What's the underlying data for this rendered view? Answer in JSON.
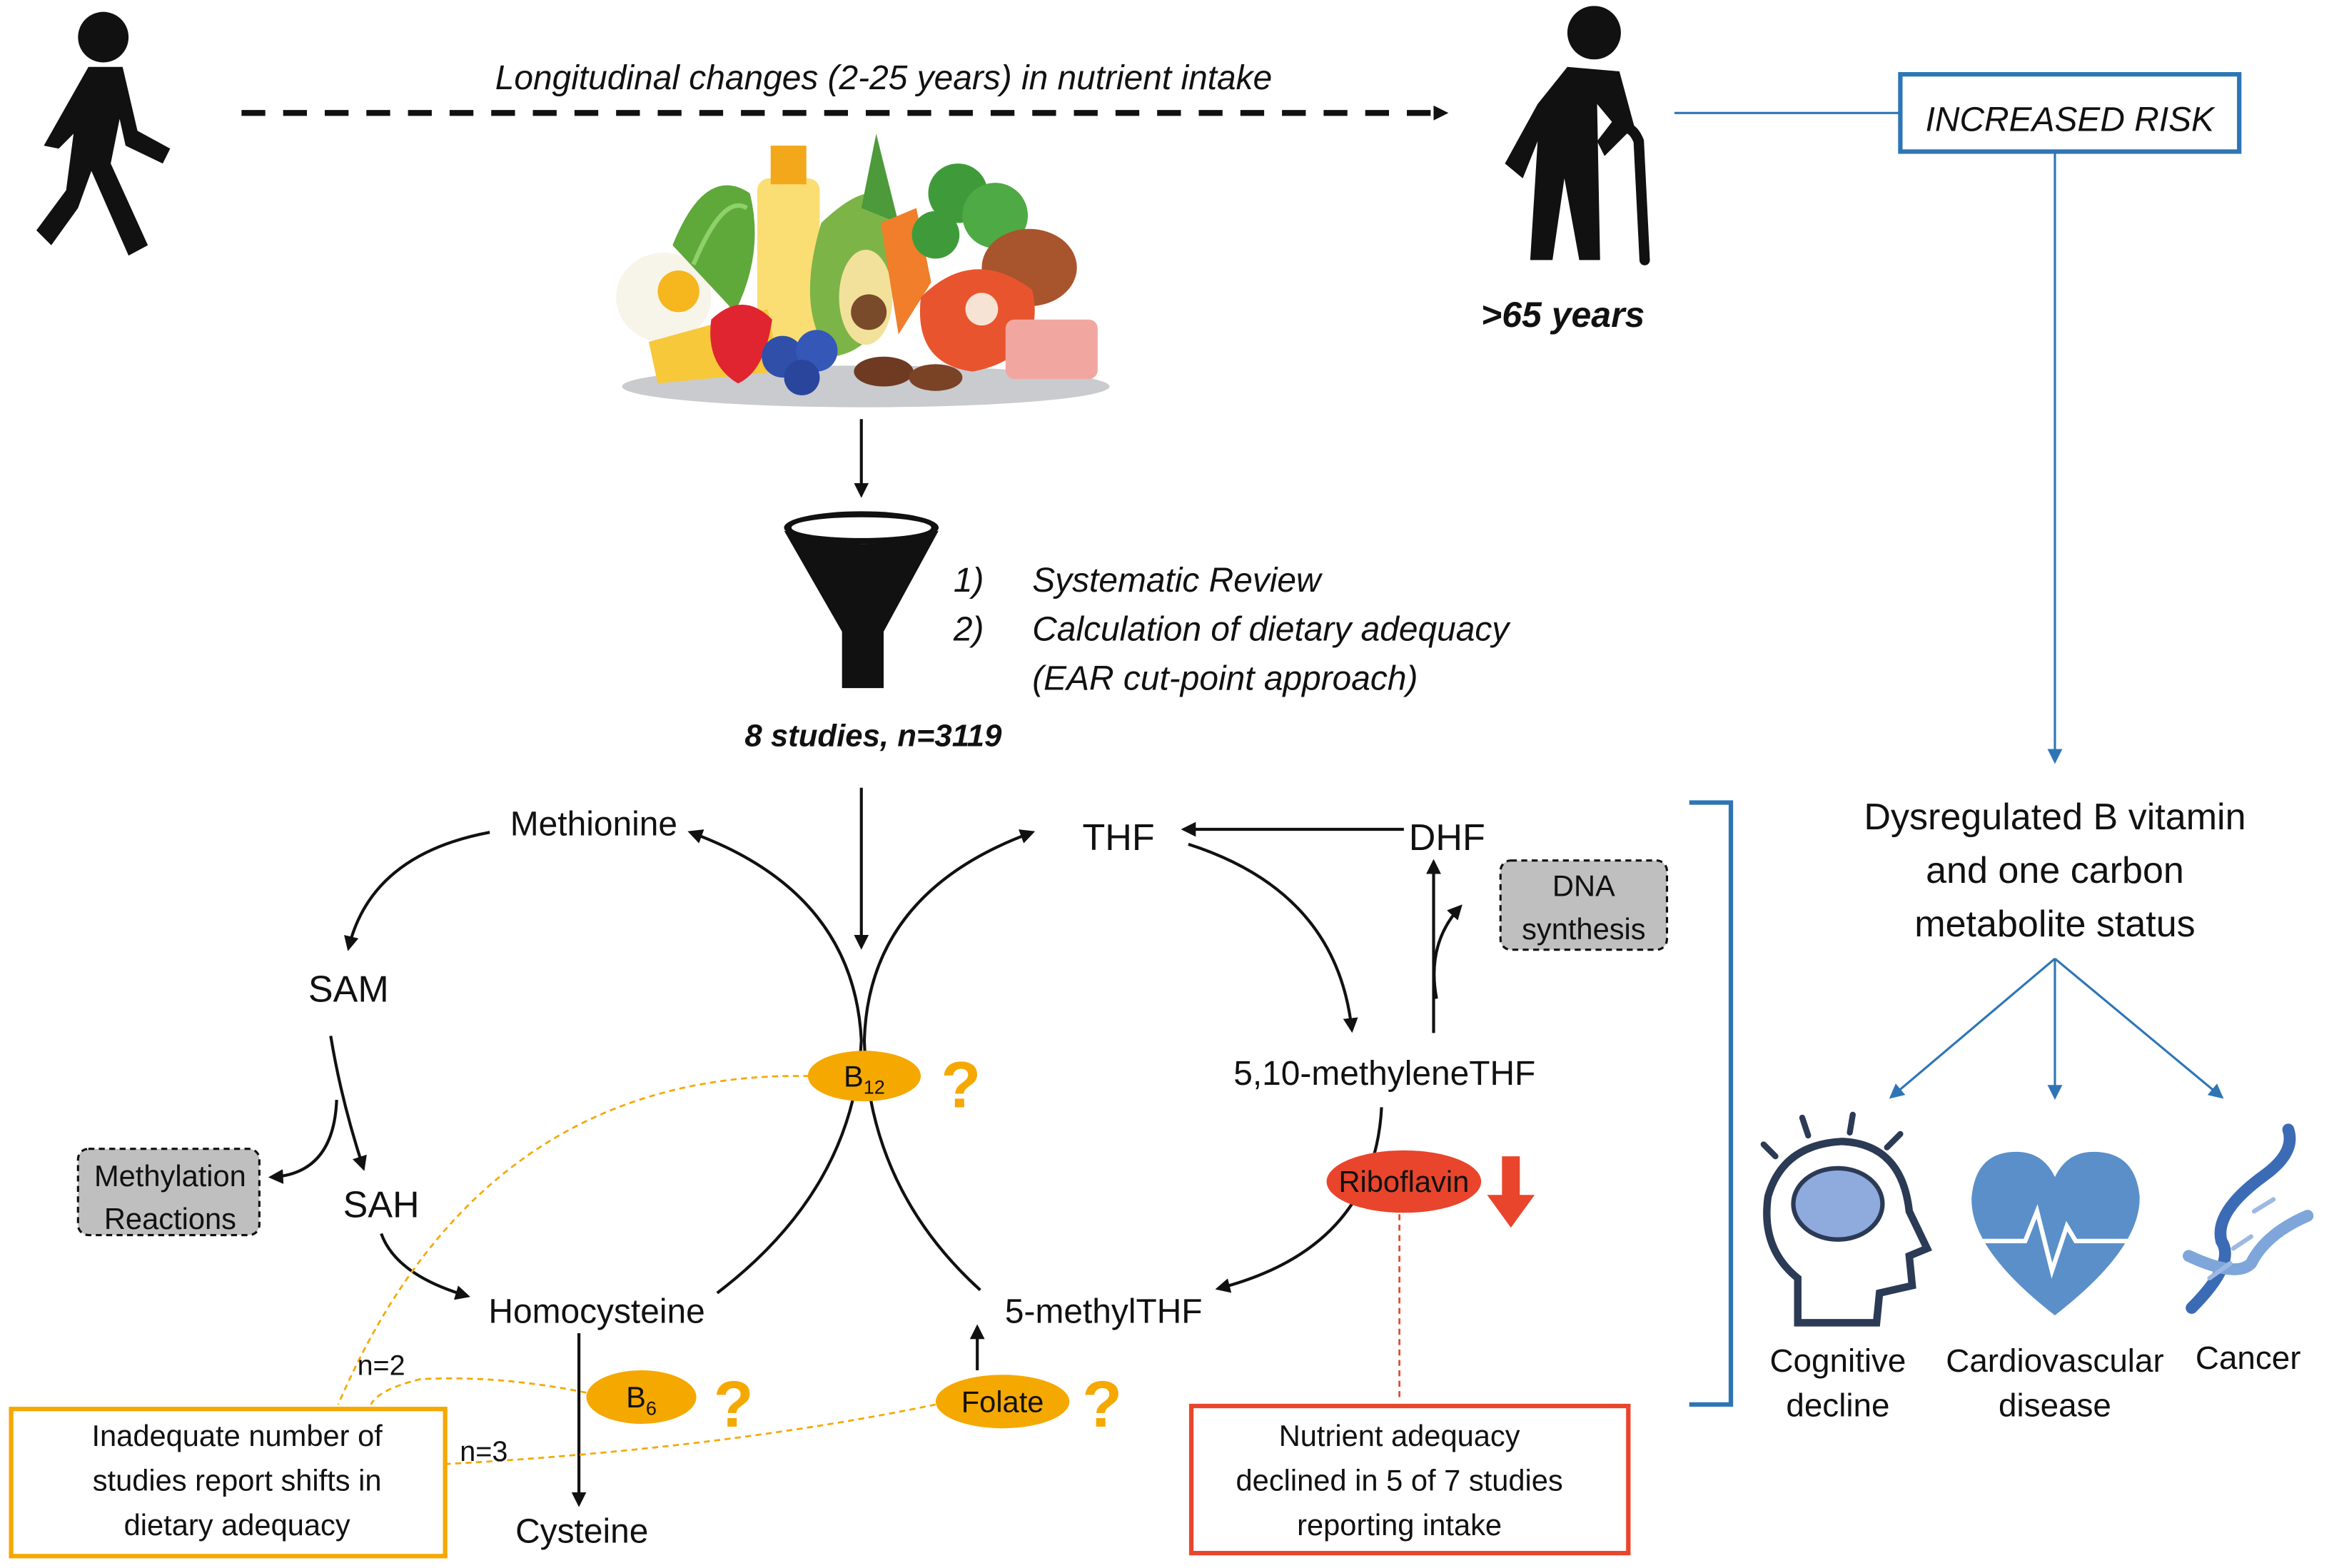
{
  "header": {
    "timeline_label": "Longitudinal changes (2-25 years) in nutrient intake",
    "age_label": ">65 years",
    "risk_box": "INCREASED RISK"
  },
  "method": {
    "step1_num": "1)",
    "step1": "Systematic Review",
    "step2_num": "2)",
    "step2": "Calculation of dietary adequacy",
    "step2b": "(EAR cut-point approach)",
    "studies": "8 studies, n=3119"
  },
  "pathway": {
    "methionine": "Methionine",
    "sam": "SAM",
    "sah": "SAH",
    "methylation_1": "Methylation",
    "methylation_2": "Reactions",
    "homocysteine": "Homocysteine",
    "cysteine": "Cysteine",
    "thf": "THF",
    "dhf": "DHF",
    "dna_1": "DNA",
    "dna_2": "synthesis",
    "methylenethf": "5,10-methyleneTHF",
    "methylthf": "5-methylTHF",
    "b12": "B",
    "b12_sub": "12",
    "b6": "B",
    "b6_sub": "6",
    "folate": "Folate",
    "riboflavin": "Riboflavin",
    "question": "?",
    "n2": "n=2",
    "n3": "n=3"
  },
  "notes": {
    "inadequate_1": "Inadequate number of",
    "inadequate_2": "studies report shifts in",
    "inadequate_3": "dietary adequacy",
    "decline_1": "Nutrient adequacy",
    "decline_2": "declined in 5 of 7 studies",
    "decline_3": "reporting intake"
  },
  "outcomes": {
    "dysregulated_1": "Dysregulated B vitamin",
    "dysregulated_2": "and one carbon",
    "dysregulated_3": "metabolite status",
    "cognitive_1": "Cognitive",
    "cognitive_2": "decline",
    "cardio_1": "Cardiovascular",
    "cardio_2": "disease",
    "cancer": "Cancer"
  },
  "colors": {
    "orange": "#F5A800",
    "red": "#E8452C",
    "blue": "#2E75B6",
    "light_blue": "#8FAADC",
    "gray_box": "#BFBFBF"
  }
}
